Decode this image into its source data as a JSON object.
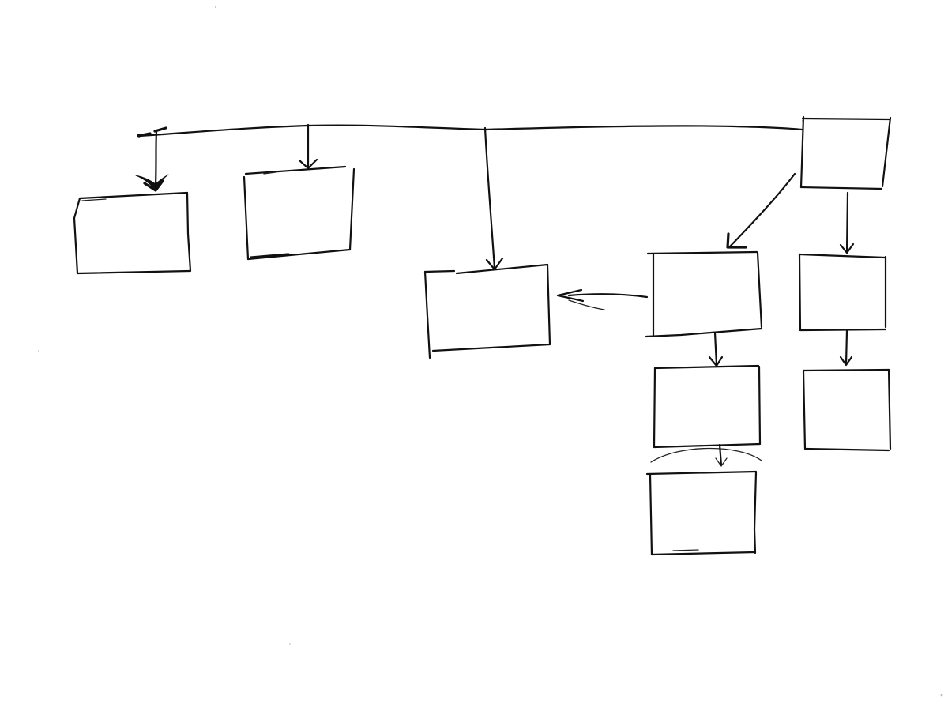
{
  "diagram": {
    "style": "hand-drawn sketch",
    "colors": {
      "ink": "#111111",
      "paper": "#ffffff"
    },
    "nodes": [
      {
        "id": "box-top-right",
        "label": ""
      },
      {
        "id": "box-far-left",
        "label": ""
      },
      {
        "id": "box-left",
        "label": ""
      },
      {
        "id": "box-center",
        "label": ""
      },
      {
        "id": "box-mid-right",
        "label": ""
      },
      {
        "id": "box-right",
        "label": ""
      },
      {
        "id": "box-mid-right-lower",
        "label": ""
      },
      {
        "id": "box-right-lower",
        "label": ""
      },
      {
        "id": "box-bottom",
        "label": ""
      }
    ],
    "edges": [
      {
        "from": "box-top-right",
        "to": "box-far-left",
        "via": "bus"
      },
      {
        "from": "box-top-right",
        "to": "box-left",
        "via": "bus"
      },
      {
        "from": "box-top-right",
        "to": "box-center",
        "via": "bus"
      },
      {
        "from": "box-top-right",
        "to": "box-mid-right"
      },
      {
        "from": "box-top-right",
        "to": "box-right"
      },
      {
        "from": "box-mid-right",
        "to": "box-center"
      },
      {
        "from": "box-mid-right",
        "to": "box-mid-right-lower"
      },
      {
        "from": "box-right",
        "to": "box-right-lower"
      },
      {
        "from": "box-mid-right-lower",
        "to": "box-bottom"
      }
    ]
  }
}
